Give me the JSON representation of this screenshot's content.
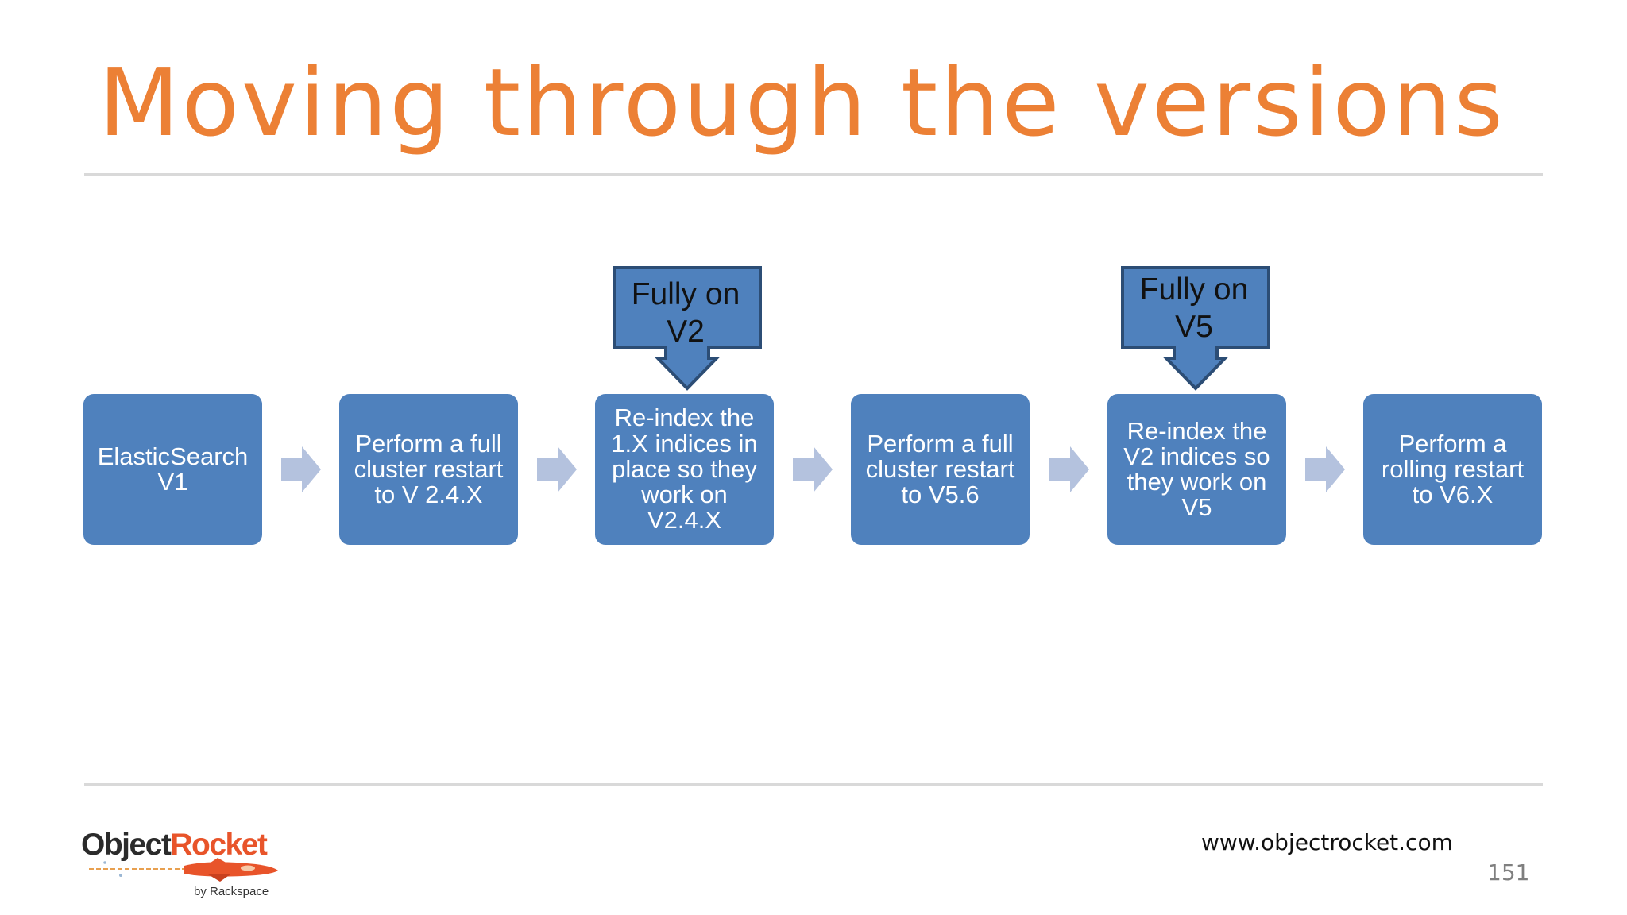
{
  "slide": {
    "title": "Moving through the versions",
    "url": "www.objectrocket.com",
    "page_number": "151"
  },
  "diagram": {
    "steps": [
      "ElasticSearch\nV1",
      "Perform a full\ncluster restart\nto V 2.4.X",
      "Re-index the\n1.X indices in\nplace so they\nwork on\nV2.4.X",
      "Perform a full\ncluster restart\nto V5.6",
      "Re-index the\nV2 indices so\nthey work on\nV5",
      "Perform a\nrolling restart\nto V6.X"
    ],
    "callouts": [
      {
        "text": "Fully on\nV2",
        "target_step": 3
      },
      {
        "text": "Fully on\nV5",
        "target_step": 5
      }
    ]
  },
  "logo": {
    "word_part1": "Object",
    "word_part2": "Rocket",
    "byline": "by Rackspace"
  },
  "colors": {
    "title": "#EC8035",
    "step_fill": "#4F81BD",
    "callout_fill": "#4F81BD",
    "callout_border": "#2C4D75",
    "flow_arrow": "#B4C2DE",
    "rule": "#D9D9D9",
    "logo_orange": "#E8542A"
  }
}
